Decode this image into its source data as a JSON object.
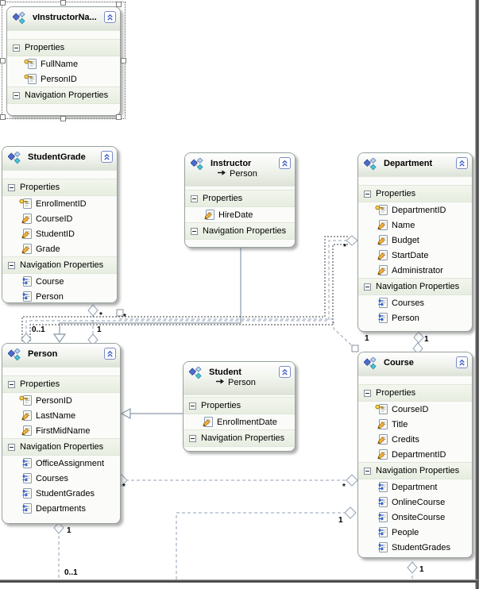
{
  "labels": {
    "properties": "Properties",
    "navigation": "Navigation Properties",
    "inherit_arrow": "inherits"
  },
  "entities": {
    "vinstructorname": {
      "title": "vInstructorNa...",
      "properties": [
        {
          "icon": "key",
          "label": "FullName"
        },
        {
          "icon": "key",
          "label": "PersonID"
        }
      ],
      "navigation": []
    },
    "studentgrade": {
      "title": "StudentGrade",
      "properties": [
        {
          "icon": "key",
          "label": "EnrollmentID"
        },
        {
          "icon": "scalar",
          "label": "CourseID"
        },
        {
          "icon": "scalar",
          "label": "StudentID"
        },
        {
          "icon": "scalar",
          "label": "Grade"
        }
      ],
      "navigation": [
        {
          "icon": "nav",
          "label": "Course"
        },
        {
          "icon": "nav",
          "label": "Person"
        }
      ]
    },
    "instructor": {
      "title": "Instructor",
      "basetype": "Person",
      "properties": [
        {
          "icon": "scalar",
          "label": "HireDate"
        }
      ],
      "navigation": []
    },
    "department": {
      "title": "Department",
      "properties": [
        {
          "icon": "key",
          "label": "DepartmentID"
        },
        {
          "icon": "scalar",
          "label": "Name"
        },
        {
          "icon": "scalar",
          "label": "Budget"
        },
        {
          "icon": "scalar",
          "label": "StartDate"
        },
        {
          "icon": "scalar",
          "label": "Administrator"
        }
      ],
      "navigation": [
        {
          "icon": "nav",
          "label": "Courses"
        },
        {
          "icon": "nav",
          "label": "Person"
        }
      ]
    },
    "person": {
      "title": "Person",
      "properties": [
        {
          "icon": "key",
          "label": "PersonID"
        },
        {
          "icon": "scalar",
          "label": "LastName"
        },
        {
          "icon": "scalar",
          "label": "FirstMidName"
        }
      ],
      "navigation": [
        {
          "icon": "nav",
          "label": "OfficeAssignment"
        },
        {
          "icon": "nav",
          "label": "Courses"
        },
        {
          "icon": "nav",
          "label": "StudentGrades"
        },
        {
          "icon": "nav",
          "label": "Departments"
        }
      ]
    },
    "student": {
      "title": "Student",
      "basetype": "Person",
      "properties": [
        {
          "icon": "scalar",
          "label": "EnrollmentDate"
        }
      ],
      "navigation": []
    },
    "course": {
      "title": "Course",
      "properties": [
        {
          "icon": "key",
          "label": "CourseID"
        },
        {
          "icon": "scalar",
          "label": "Title"
        },
        {
          "icon": "scalar",
          "label": "Credits"
        },
        {
          "icon": "scalar",
          "label": "DepartmentID"
        }
      ],
      "navigation": [
        {
          "icon": "nav",
          "label": "Department"
        },
        {
          "icon": "nav",
          "label": "OnlineCourse"
        },
        {
          "icon": "nav",
          "label": "OnsiteCourse"
        },
        {
          "icon": "nav",
          "label": "People"
        },
        {
          "icon": "nav",
          "label": "StudentGrades"
        }
      ]
    }
  },
  "connectors": {
    "labels": {
      "sg_person_many": "*",
      "sg_person_one": "1",
      "sg_course_many": "*",
      "sg_course_one": "1",
      "person_dept_zero_one": "0..1",
      "person_dept_many": "*",
      "dept_course_one": "1",
      "person_course_many_left": "*",
      "person_course_many_right": "*",
      "person_office_one": "1",
      "person_office_zero_one": "0..1",
      "course_sub_one": "1",
      "course_bottom_one": "1"
    }
  }
}
